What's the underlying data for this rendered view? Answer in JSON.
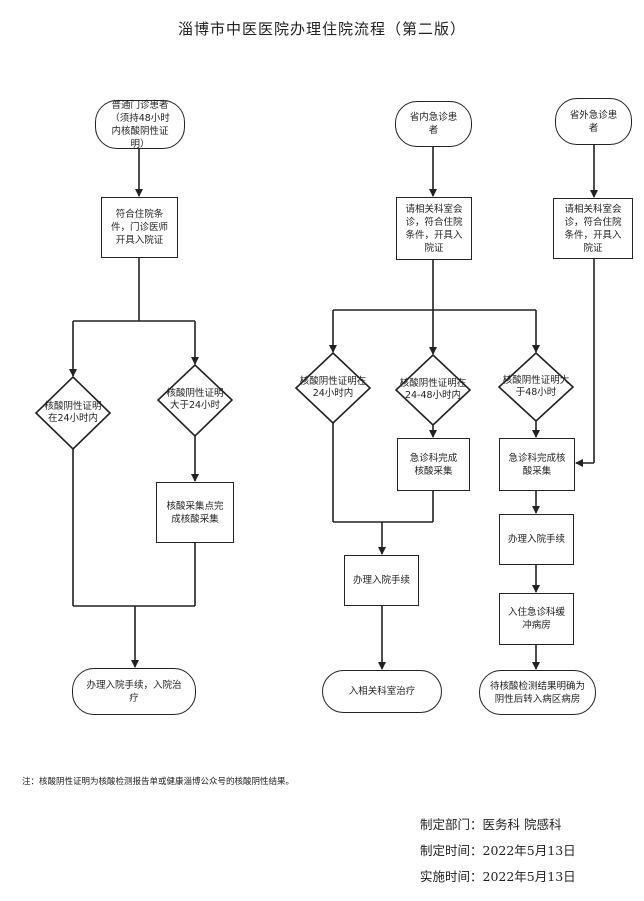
{
  "title": "淄博市中医医院办理住院流程（第二版）",
  "nodes": {
    "outpatient_start": "普通门诊患者（须持48小时内核酸阴性证明）",
    "outpatient_criteria": "符合住院条件，门诊医师开具入院证",
    "op_decision_within24": "核酸阴性证明在24小时内",
    "op_decision_over24": "核酸阴性证明大于24小时",
    "op_sampling_point": "核酸采集点完成核酸采集",
    "op_end": "办理入院手续，入院治疗",
    "in_emergency_start": "省内急诊患者",
    "in_consult": "请相关科室会诊，符合住院条件，开具入院证",
    "in_decision_within24": "核酸阴性证明在24小时内",
    "in_decision_24_48": "核酸阴性证明在24-48小时内",
    "in_decision_over48": "核酸阴性证明大于48小时",
    "in_emergency_sampling_a": "急诊科完成核酸采集",
    "in_emergency_sampling_b": "急诊科完成核酸采集",
    "in_admission": "办理入院手续",
    "in_end": "入相关科室治疗",
    "out_emergency_start": "省外急诊患者",
    "out_consult": "请相关科室会诊，符合住院条件，开具入院证",
    "buffer_admission": "办理入院手续",
    "buffer_ward": "入住急诊科缓冲病房",
    "buffer_end": "待核酸检测结果明确为阴性后转入病区病房"
  },
  "note": "注：核酸阴性证明为核酸检测报告单或健康淄博公众号的核酸阴性结果。",
  "meta": {
    "department": "制定部门：医务科 院感科",
    "made_date": "制定时间：2022年5月13日",
    "effective_date": "实施时间：2022年5月13日"
  },
  "colors": {
    "line": "#222222",
    "background": "#ffffff"
  }
}
